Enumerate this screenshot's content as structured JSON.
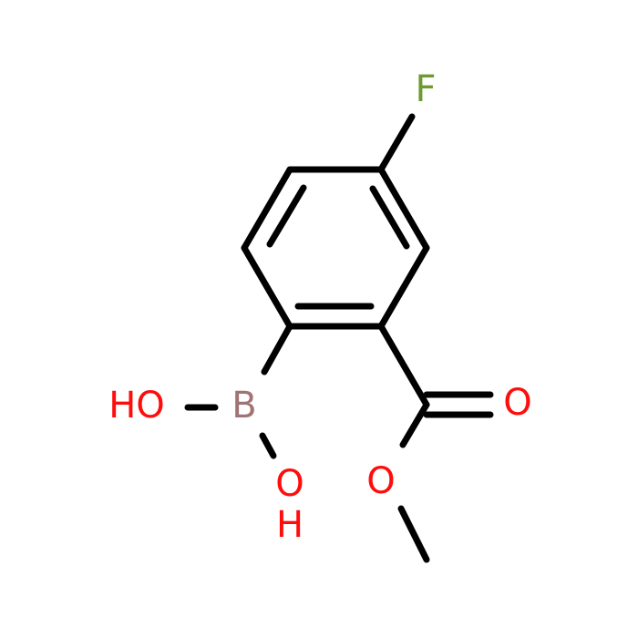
{
  "molecule": {
    "atoms": {
      "fluorine": {
        "symbol": "F",
        "color": "#6b9b2f"
      },
      "boron": {
        "symbol": "B",
        "color": "#a07474"
      },
      "hydroxyl_1": {
        "symbol": "HO",
        "color": "#ff0d0d"
      },
      "hydroxyl_2_oxygen": {
        "symbol": "O",
        "color": "#ff0d0d"
      },
      "hydroxyl_2_hydrogen": {
        "symbol": "H",
        "color": "#ff0d0d"
      },
      "carbonyl_oxygen": {
        "symbol": "O",
        "color": "#ff0d0d"
      },
      "ester_oxygen": {
        "symbol": "O",
        "color": "#ff0d0d"
      }
    },
    "bond_color": "#000000"
  }
}
